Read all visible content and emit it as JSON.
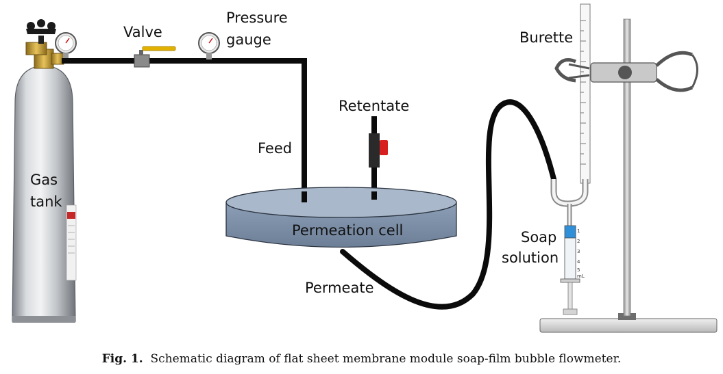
{
  "labels": {
    "valve": "Valve",
    "pressure_gauge_line1": "Pressure",
    "pressure_gauge_line2": "gauge",
    "burette": "Burette",
    "retentate": "Retentate",
    "feed": "Feed",
    "gas_tank_line1": "Gas",
    "gas_tank_line2": "tank",
    "permeation_cell": "Permeation cell",
    "soap_line1": "Soap",
    "soap_line2": "solution",
    "permeate": "Permeate"
  },
  "caption": {
    "prefix": "Fig. 1.",
    "text": "Schematic diagram of flat sheet membrane module soap-film bubble flowmeter."
  },
  "syringe_scale": [
    "1",
    "2",
    "3",
    "4",
    "5",
    "mL"
  ],
  "colors": {
    "tube": "#0b0b0b",
    "cell_fill": "#8a9db4",
    "cell_top": "#a9b8ca",
    "valve_handle": "#e2b100",
    "retentate_valve": "#d81f1f",
    "soap_blue": "#2f8fd8",
    "tank_body": "#c9ccd0"
  }
}
